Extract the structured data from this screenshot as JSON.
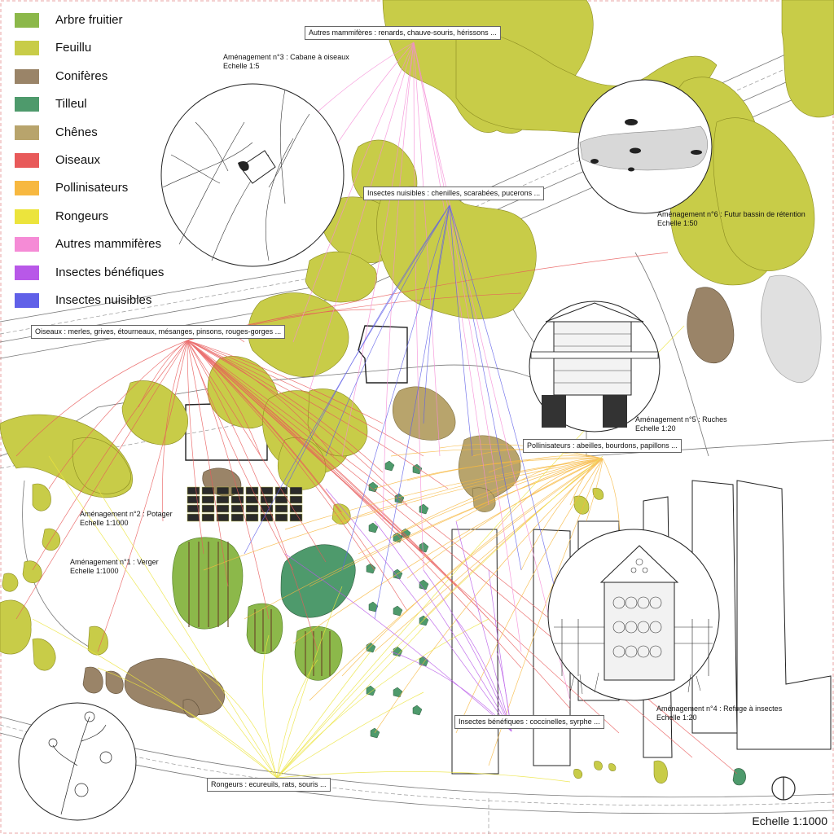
{
  "legend": [
    {
      "label": "Arbre fruitier",
      "color": "#8cb84a"
    },
    {
      "label": "Feuillu",
      "color": "#c8cc48"
    },
    {
      "label": "Conifères",
      "color": "#9a8468"
    },
    {
      "label": "Tilleul",
      "color": "#4e9a6c"
    },
    {
      "label": "Chênes",
      "color": "#b8a46c"
    },
    {
      "label": "Oiseaux",
      "color": "#e85a5a"
    },
    {
      "label": "Pollinisateurs",
      "color": "#f7b840"
    },
    {
      "label": "Rongeurs",
      "color": "#ece43c"
    },
    {
      "label": "Autres mammifères",
      "color": "#f58bd6"
    },
    {
      "label": "Insectes bénéfiques",
      "color": "#b858e8"
    },
    {
      "label": "Insectes nuisibles",
      "color": "#6060e8"
    }
  ],
  "labels": {
    "autres_mammiferes": "Autres mammifères : renards, chauve-souris, hérissons ...",
    "insectes_nuisibles": "Insectes nuisibles : chenilles, scarabées, pucerons ...",
    "oiseaux": "Oiseaux : merles, grives, étourneaux, mésanges, pinsons, rouges-gorges ...",
    "pollinisateurs": "Pollinisateurs : abeilles, bourdons, papillons ...",
    "insectes_benefiques": "Insectes bénéfiques : coccinelles, syrphe ...",
    "rongeurs": "Rongeurs : ecureuils, rats, souris ..."
  },
  "amenagements": {
    "a3_title": "Aménagement n°3 : Cabane à oiseaux",
    "a3_scale": "Echelle 1:5",
    "a6_title": "Aménagement n°6 : Futur bassin de rétention",
    "a6_scale": "Echelle 1:50",
    "a5_title": "Aménagement n°5 : Ruches",
    "a5_scale": "Echelle 1:20",
    "a2_title": "Aménagement n°2 : Potager",
    "a2_scale": "Echelle 1:1000",
    "a1_title": "Aménagement n°1 : Verger",
    "a1_scale": "Echelle 1:1000",
    "a4_title": "Aménagement n°4 : Refuge à insectes",
    "a4_scale": "Echelle 1:20"
  },
  "scale": "Echelle 1:1000",
  "colors": {
    "feuillu": "#c8cc48",
    "fruitier": "#8cb84a",
    "conifere": "#9a8468",
    "tilleul": "#4e9a6c",
    "chene": "#b8a46c",
    "oiseaux": "#e85a5a",
    "pollinisateurs": "#f7b840",
    "rongeurs": "#ece43c",
    "mammiferes": "#f58bd6",
    "benefiques": "#b858e8",
    "nuisibles": "#6060e8"
  }
}
